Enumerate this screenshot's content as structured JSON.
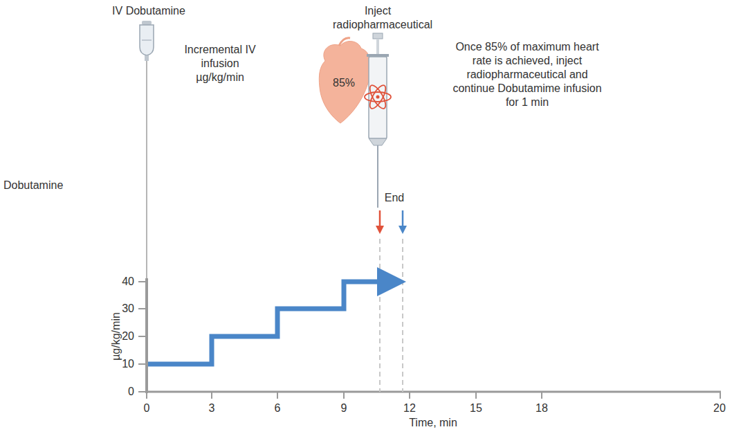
{
  "diagram": {
    "labels": [
      "IV Dobutamine",
      "Inject radiopharmaceutical",
      "Incremental IV infusion µg/kg/min",
      "85%",
      "Once 85% of maximum heart rate is achieved, inject radiopharmaceutical and continue Dobutamime infusion for 1 min",
      "Dobutamine",
      "End",
      "40",
      "30",
      "20",
      "10",
      "0",
      "µg/kg/min",
      "0",
      "3",
      "6",
      "9",
      "12",
      "15",
      "18",
      "20",
      "Time, min"
    ]
  }
}
